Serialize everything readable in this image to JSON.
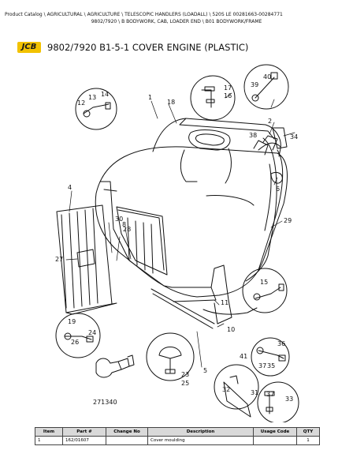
{
  "breadcrumb": {
    "line1": [
      "Product Catalog",
      "AGRICULTURAL",
      "AGRICULTURE",
      "TELESCOPIC HANDLERS (LOADALL)",
      "520S LE 00281663-00284771"
    ],
    "line2": [
      "9802/7920",
      "B BODYWORK, CAB, LOADER END",
      "B01 BODYWORK/FRAME"
    ]
  },
  "logo": {
    "text": "JCB",
    "color": "#f2c200"
  },
  "page_title": "9802/7920 B1-5-1 COVER ENGINE (PLASTIC)",
  "figure": {
    "drawing_number": "271340",
    "callouts": {
      "c1": "1",
      "c2": "2",
      "c4": "4",
      "c5": "5",
      "c6": "6",
      "c8": "8",
      "c10": "10",
      "c11": "11",
      "c12": "12",
      "c13": "13",
      "c14": "14",
      "c15": "15",
      "c16": "16",
      "c17": "17",
      "c18": "18",
      "c19": "19",
      "c23": "23",
      "c24": "24",
      "c25": "25",
      "c26": "26",
      "c27": "27",
      "c28": "28",
      "c29": "29",
      "c30": "30",
      "c31": "31",
      "c32": "32",
      "c33": "33",
      "c34": "34",
      "c35": "35",
      "c36": "36",
      "c37a": "37",
      "c37b": "37",
      "c38": "38",
      "c39": "39",
      "c40": "40",
      "c41": "41"
    }
  },
  "table": {
    "headers": [
      "Item",
      "Part #",
      "Change No",
      "Description",
      "Usage Code",
      "QTY"
    ],
    "rows": [
      {
        "item": "1",
        "part": "162/01607",
        "change": "",
        "description": "Cover moulding",
        "usage": "",
        "qty": "1"
      }
    ]
  }
}
